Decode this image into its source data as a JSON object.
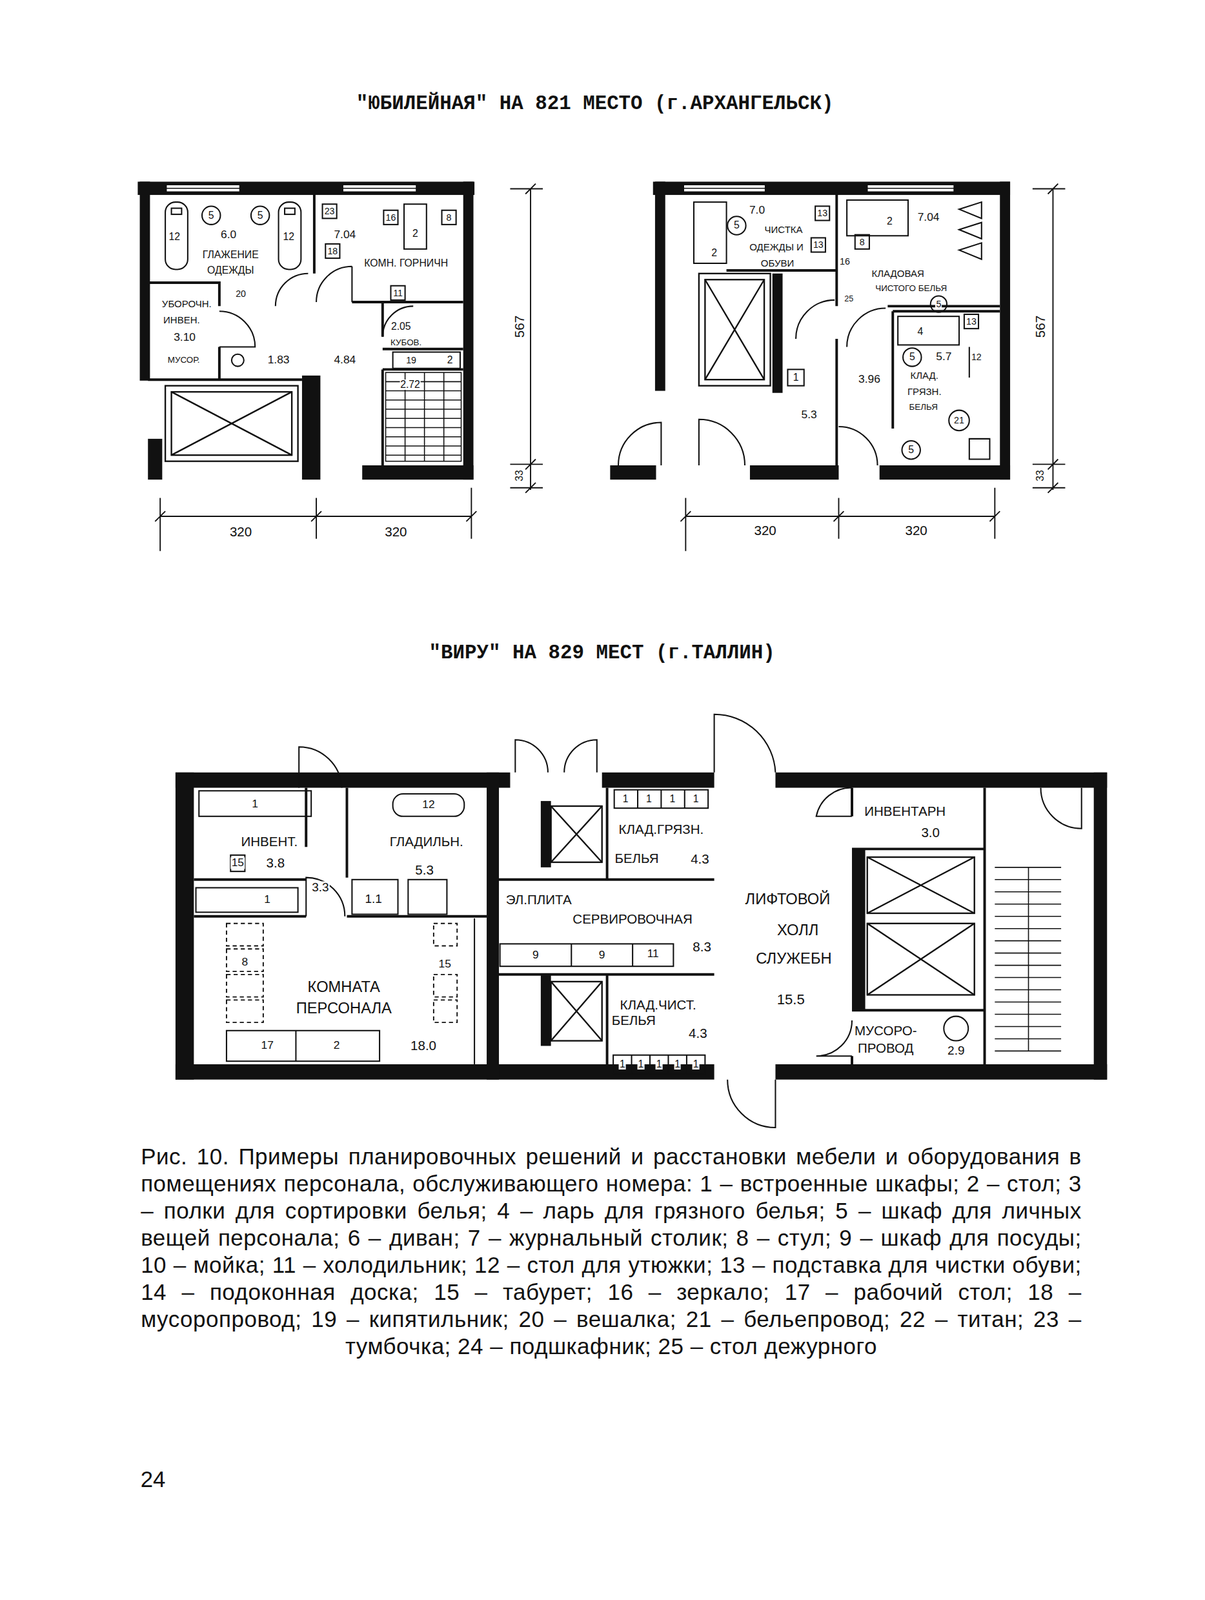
{
  "diagram": {
    "caption": "Рис. 10. Примеры планировочных решений и расстановки мебели и оборудования в помещениях персонала, обслуживающего номера: 1 – встроенные шкафы; 2 – стол; 3 – полки для сортировки белья; 4 – ларь для грязного белья; 5 – шкаф для личных вещей персонала; 6 – диван; 7 – журнальный столик; 8 – стул; 9 – шкаф для посуды; 10 – мойка; 11 – холодильник; 12 – стол для утюжки; 13 – подставка для чистки обуви; 14 – подоконная доска; 15 – табурет; 16 – зеркало; 17 – рабочий стол; 18 – мусоропровод; 19 – кипятильник; 20 – вешалка; 21 – бельепровод; 22 – титан; 23 – тумбочка; 24 – подшкафник; 25 – стол дежурного",
    "labels": [
      "\"ЮБИЛЕЙНАЯ\" НА 821 МЕСТО (г.АРХАНГЕЛЬСК)",
      "12",
      "5",
      "5",
      "12",
      "6.0",
      "ГЛАЖЕНИЕ",
      "ОДЕЖДЫ",
      "23",
      "16",
      "2",
      "8",
      "18",
      "7.04",
      "КОМН. ГОРНИЧН",
      "20",
      "11",
      "УБОРОЧН.",
      "ИНВЕН.",
      "3.10",
      "МУСОР.",
      "1.83",
      "4.84",
      "2.05",
      "КУБОВ.",
      "19",
      "2",
      "2.72",
      "320",
      "320",
      "567",
      "33",
      "7.0",
      "5",
      "ЧИСТКА",
      "ОДЕЖДЫ И",
      "ОБУВИ",
      "13",
      "13",
      "2",
      "8",
      "16",
      "25",
      "2",
      "7.04",
      "КЛАДОВАЯ",
      "ЧИСТОГО БЕЛЬЯ",
      "5",
      "4",
      "13",
      "5",
      "5.7",
      "12",
      "КЛАД.",
      "ГРЯЗН.",
      "БЕЛЬЯ",
      "21",
      "1",
      "3.96",
      "5.3",
      "5",
      "320",
      "320",
      "567",
      "33",
      "\"ВИРУ\" НА 829 МЕСТ (г.ТАЛЛИН)",
      "1",
      "12",
      "ИНВЕНТ.",
      "15",
      "3.8",
      "ГЛАДИЛЬН.",
      "5.3",
      "3.3",
      "1.1",
      "1",
      "8",
      "15",
      "КОМНАТА",
      "ПЕРСОНАЛА",
      "17",
      "2",
      "18.0",
      "1",
      "1",
      "1",
      "1",
      "КЛАД.ГРЯЗН.",
      "БЕЛЬЯ",
      "4.3",
      "ЭЛ.ПЛИТА",
      "СЕРВИРОВОЧНАЯ",
      "9",
      "9",
      "11",
      "8.3",
      "КЛАД.ЧИСТ.",
      "БЕЛЬЯ",
      "4.3",
      "1",
      "1",
      "1",
      "1",
      "1",
      "ЛИФТОВОЙ",
      "ХОЛЛ",
      "СЛУЖЕБН",
      "15.5",
      "ИНВЕНТАРН",
      "3.0",
      "МУСОРО-",
      "ПРОВОД",
      "2.9",
      "24"
    ]
  }
}
